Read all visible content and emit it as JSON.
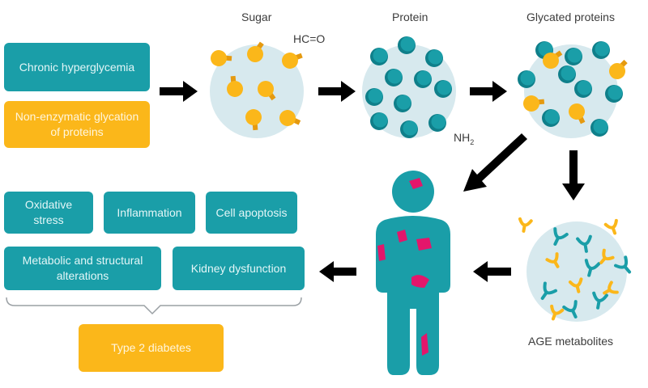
{
  "colors": {
    "teal": "#1a9ea8",
    "teal_dark": "#0f7f8a",
    "orange": "#fbb71a",
    "orange_dark": "#e59a10",
    "magenta": "#e3166b",
    "bubble": "#d7e9ee",
    "arrow": "#000000"
  },
  "boxes": {
    "chronic_hyperglycemia": "Chronic hyperglycemia",
    "non_enzymatic_glycation": "Non-enzymatic glycation of proteins",
    "oxidative_stress": "Oxidative stress",
    "inflammation": "Inflammation",
    "cell_apoptosis": "Cell apoptosis",
    "metabolic_structural": "Metabolic and structural alterations",
    "kidney_dysfunction": "Kidney dysfunction",
    "type2_diabetes": "Type 2 diabetes"
  },
  "labels": {
    "sugar": "Sugar",
    "hc_o": "HC=O",
    "protein": "Protein",
    "nh2_base": "NH",
    "nh2_sub": "2",
    "glycated_proteins": "Glycated proteins",
    "age_metabolites": "AGE metabolites"
  }
}
